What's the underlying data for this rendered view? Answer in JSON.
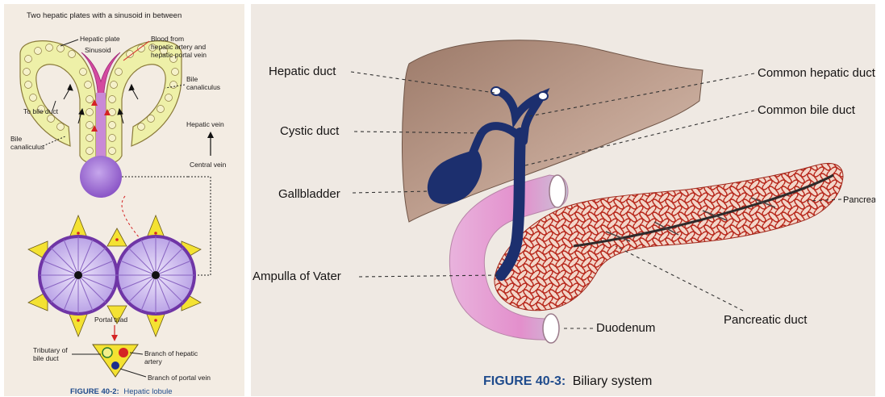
{
  "left_figure": {
    "title": "Two hepatic plates with a sinusoid in between",
    "labels": {
      "hepatic_plate": "Hepatic plate",
      "sinusoid": "Sinusoid",
      "blood_from": "Blood from",
      "hepatic_artery_and": "hepatic artery and",
      "hepatic_portal_vein": "hepatic portal vein",
      "bile": "Bile",
      "canaliculus": "canaliculus",
      "to_bile_duct": "To bile duct",
      "bile_canaliculus_1": "Bile",
      "bile_canaliculus_2": "canaliculus",
      "hepatic_vein": "Hepatic vein",
      "central_vein": "Central vein",
      "portal_triad": "Portal triad",
      "tributary_of": "Tributary of",
      "bile_duct": "bile duct",
      "branch_of_hepatic": "Branch of hepatic",
      "artery": "artery",
      "branch_of_portal_vein": "Branch of portal vein"
    },
    "caption_prefix": "FIGURE 40-2:",
    "caption_text": "Hepatic lobule"
  },
  "right_figure": {
    "labels": {
      "hepatic_duct": "Hepatic duct",
      "cystic_duct": "Cystic duct",
      "gallbladder": "Gallbladder",
      "ampulla_of_vater": "Ampulla of Vater",
      "common_hepatic_duct": "Common hepatic duct",
      "common_bile_duct": "Common bile duct",
      "pancreas": "Pancreas",
      "duodenum": "Duodenum",
      "pancreatic_duct": "Pancreatic duct"
    },
    "caption_prefix": "FIGURE 40-3:",
    "caption_text": "Biliary system"
  },
  "colors": {
    "liver": "#b18f7d",
    "duct_blue": "#1c2f6e",
    "duodenum_pink": "#e9a8d4",
    "pancreas_red": "#b52a1e",
    "lobule_purple": "#7a3fb0",
    "triad_yellow": "#f4e232",
    "caption_blue": "#1f4b8c"
  }
}
